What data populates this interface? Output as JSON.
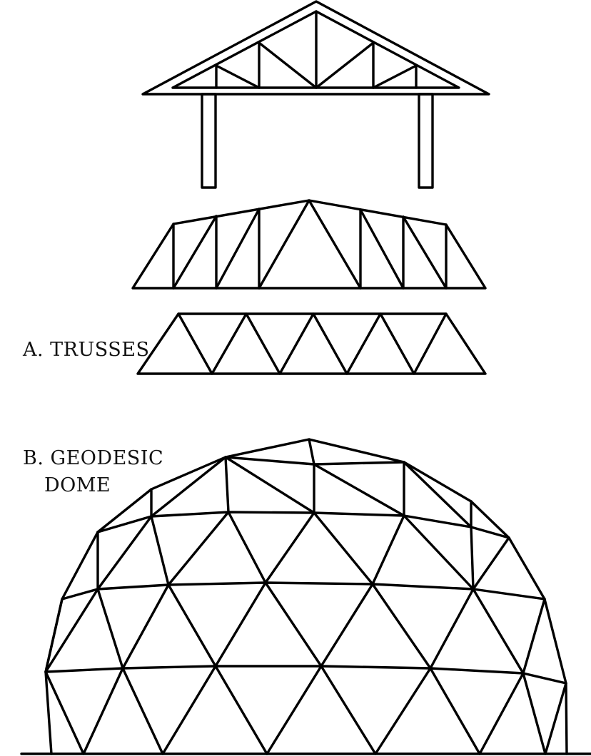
{
  "labels": {
    "trusses": "A. TRUSSES",
    "geodesic_dome_line1": "B. GEODESIC",
    "geodesic_dome_line2": "DOME"
  },
  "colors": {
    "stroke": "#000000",
    "background": "#ffffff"
  }
}
